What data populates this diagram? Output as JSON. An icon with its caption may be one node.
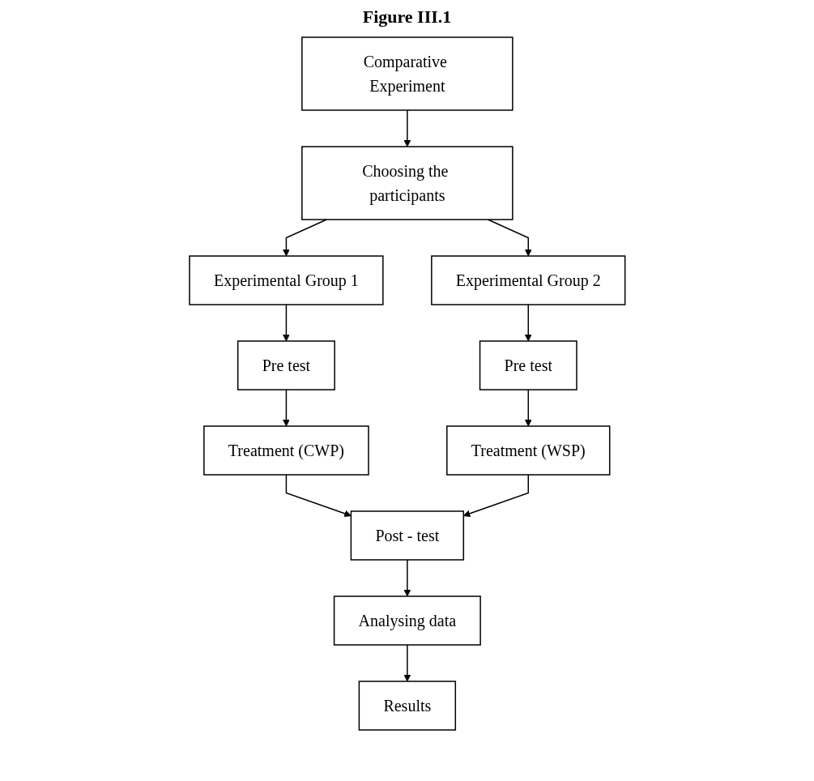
{
  "diagram": {
    "title": "Figure III.1",
    "nodes": [
      {
        "text": [
          "Comparative Experiment"
        ]
      },
      {
        "text": [
          "Choosing the participants"
        ]
      },
      {
        "text": [
          "Experimental Group 1"
        ]
      },
      {
        "text": [
          "Experimental Group 2"
        ]
      },
      {
        "text": [
          "Pre test"
        ]
      },
      {
        "text": [
          "Pre test"
        ]
      },
      {
        "text": [
          "Treatment (CWP)"
        ]
      },
      {
        "text": [
          "Treatment (WSP)"
        ]
      },
      {
        "text": [
          "Post - test"
        ]
      },
      {
        "text": [
          "Analysing data"
        ]
      },
      {
        "text": [
          "Results"
        ]
      }
    ],
    "edges": [
      {
        "from": 0,
        "to": 1,
        "arrow": "to"
      },
      {
        "from": 1,
        "to": 2,
        "arrow": "to"
      },
      {
        "from": 1,
        "to": 3,
        "arrow": "to"
      },
      {
        "from": 2,
        "to": 4,
        "arrow": "to"
      },
      {
        "from": 3,
        "to": 5,
        "arrow": "to"
      },
      {
        "from": 4,
        "to": 6,
        "arrow": "to"
      },
      {
        "from": 5,
        "to": 7,
        "arrow": "to"
      },
      {
        "from": 6,
        "to": 8,
        "arrow": "to"
      },
      {
        "from": 7,
        "to": 8,
        "arrow": "to"
      },
      {
        "from": 8,
        "to": 9,
        "arrow": "to"
      },
      {
        "from": 9,
        "to": 10,
        "arrow": "to"
      }
    ]
  }
}
